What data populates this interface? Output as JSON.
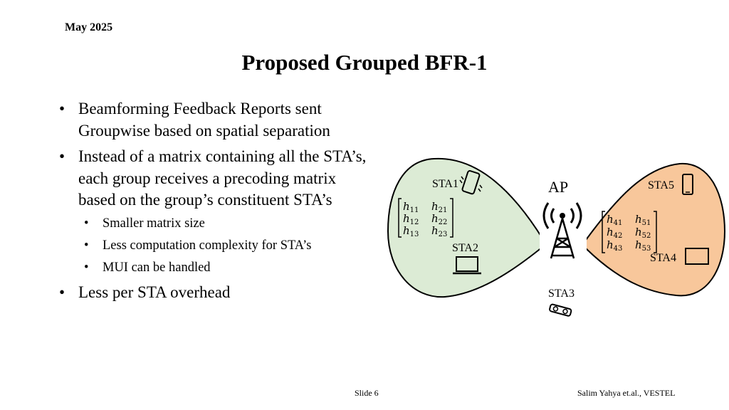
{
  "header": {
    "date": "May 2025"
  },
  "slide": {
    "title": "Proposed Grouped BFR-1",
    "bullets": [
      "Beamforming Feedback Reports sent Groupwise based on spatial separation",
      "Instead of a matrix containing all the STA’s, each group receives a precoding matrix based on the group’s constituent STA’s",
      "Less per STA overhead"
    ],
    "sub_bullets": [
      "Smaller matrix size",
      "Less computation complexity for STA’s",
      "MUI can be handled"
    ]
  },
  "diagram": {
    "ap_label": "AP",
    "stations": [
      "STA1",
      "STA2",
      "STA3",
      "STA4",
      "STA5"
    ],
    "group_left_matrix": [
      [
        "h",
        "11",
        "h",
        "21"
      ],
      [
        "h",
        "12",
        "h",
        "22"
      ],
      [
        "h",
        "13",
        "h",
        "23"
      ]
    ],
    "group_right_matrix": [
      [
        "h",
        "41",
        "h",
        "51"
      ],
      [
        "h",
        "42",
        "h",
        "52"
      ],
      [
        "h",
        "43",
        "h",
        "53"
      ]
    ],
    "colors": {
      "left_group": "#dcebd5",
      "right_group": "#f8c79b",
      "outline": "#000000"
    },
    "icons": [
      "phone-icon",
      "laptop-icon",
      "vr-glasses-icon",
      "antenna-tower-icon"
    ]
  },
  "footer": {
    "slide_number": "Slide 6",
    "author": "Salim Yahya et.al., VESTEL"
  }
}
